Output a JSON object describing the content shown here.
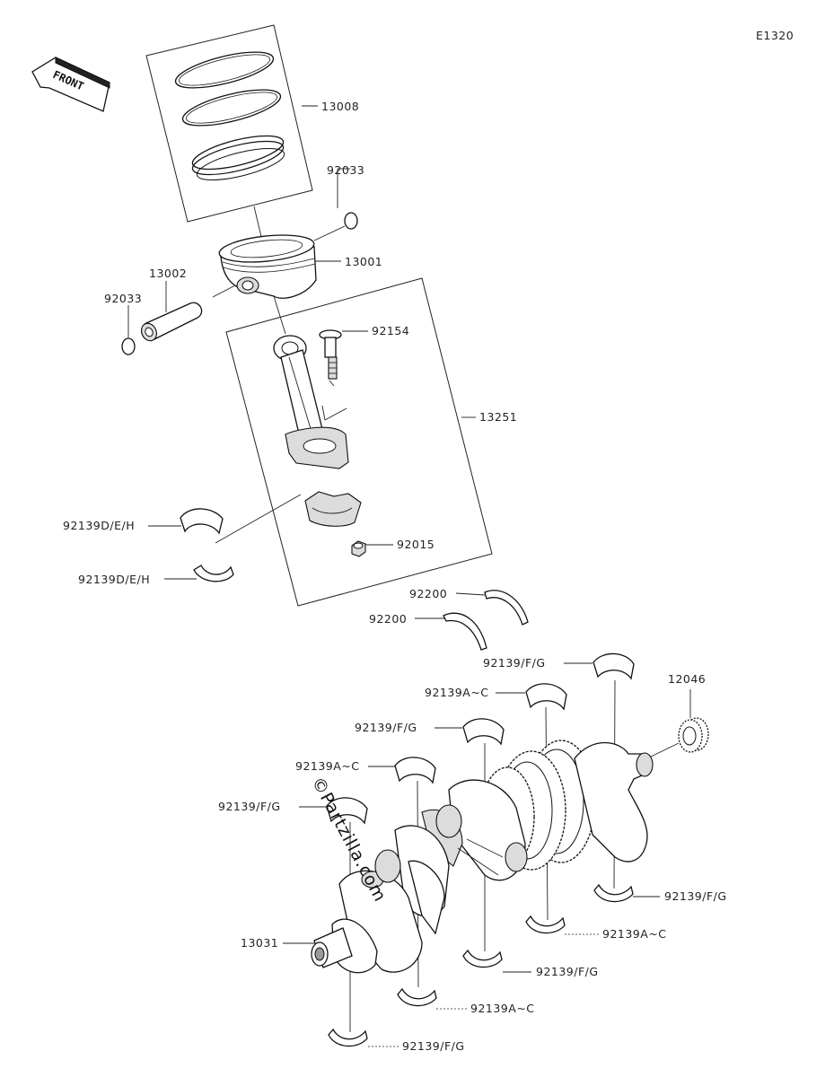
{
  "diagram_id": "E1320",
  "front_label": "FRONT",
  "watermark": "©Partzilla.com",
  "labels": {
    "p13008": "13008",
    "p92033a": "92033",
    "p13001": "13001",
    "p13002": "13002",
    "p92033b": "92033",
    "p92154": "92154",
    "p13251": "13251",
    "p92139deh1": "92139D/E/H",
    "p92139deh2": "92139D/E/H",
    "p92015": "92015",
    "p92200a": "92200",
    "p92200b": "92200",
    "p92139fg1": "92139/F/G",
    "p92139ac1": "92139A~C",
    "p12046": "12046",
    "p92139fg2": "92139/F/G",
    "p92139ac2": "92139A~C",
    "p92139fg3": "92139/F/G",
    "p92139fg4": "92139/F/G",
    "p13031": "13031",
    "p92139ac3": "92139A~C",
    "p92139fg5": "92139/F/G",
    "p92139ac4": "92139A~C",
    "p92139fg6": "92139/F/G"
  }
}
